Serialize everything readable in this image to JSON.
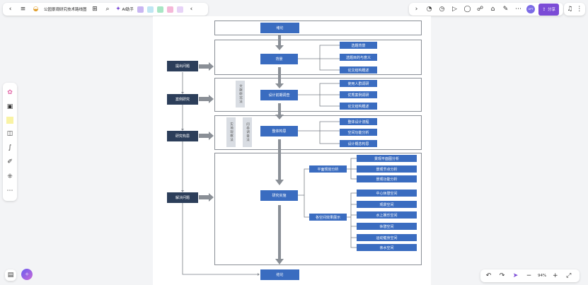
{
  "doc": {
    "title": "公园景观研究技术路线图",
    "ai_label": "AI助手"
  },
  "toolbar_right": {
    "share_label": "分享",
    "avatar": "GPT"
  },
  "zoom": {
    "value": "94%"
  },
  "flow": {
    "top": "绪论",
    "bottom": "结论",
    "left": [
      "提出问题",
      "案例研究",
      "研究构思",
      "解决问题"
    ],
    "row1_center": "背景",
    "row1_items": [
      "选题背景",
      "选题目的与意义",
      "论文结构概述"
    ],
    "row2_center": "设计前期调查",
    "row2_side": "文献研究法",
    "row2_items": [
      "使用人群调研",
      "优秀案例调研",
      "论文结构概述"
    ],
    "row3_center": "整体构思",
    "row3_side": [
      "实地观察法",
      "问卷调查法"
    ],
    "row3_items": [
      "整体设计流程",
      "空间功能分析",
      "设计概念构思"
    ],
    "row4_center": "研究实施",
    "row4_sub1": "平面规划分析",
    "row4_sub1_items": [
      "景观平面图分析",
      "景观节点分析",
      "景观功能分析"
    ],
    "row4_sub2": "各空间效果展示",
    "row4_sub2_items": [
      "中心休憩空间",
      "观景空间",
      "水上娱乐空间",
      "休憩空间",
      "运动健身空间",
      "亲水空间"
    ]
  }
}
